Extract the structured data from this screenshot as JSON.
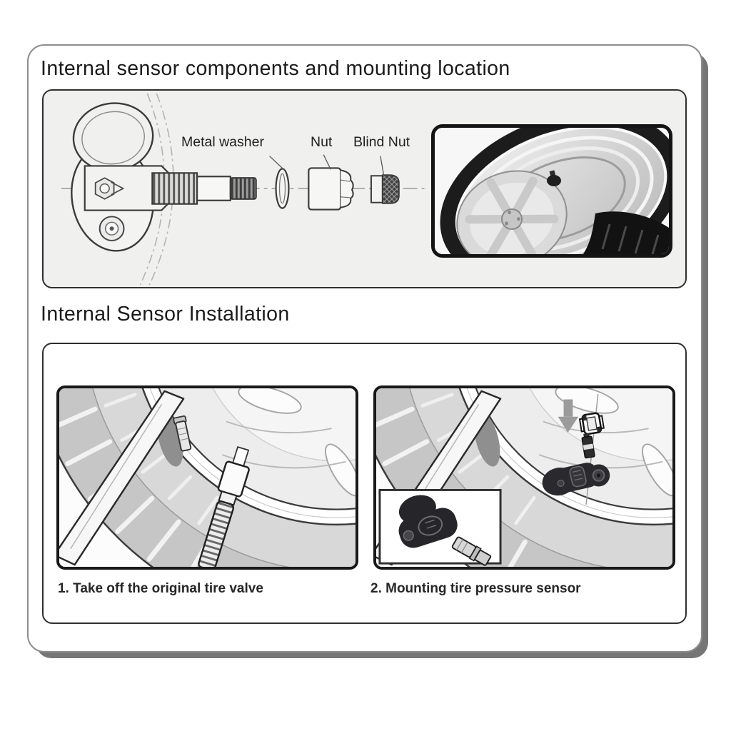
{
  "colors": {
    "panel_background": "#f0f0ef",
    "line_art": "#3b3b3b",
    "sensor_body": "#2a2a2e",
    "arrow_gray": "#9b9b9b"
  },
  "section1": {
    "title": "Internal sensor components and mounting location",
    "component_labels": {
      "metal_washer": "Metal washer",
      "nut": "Nut",
      "blind_nut": "Blind Nut"
    }
  },
  "section2": {
    "title": "Internal Sensor Installation",
    "steps": [
      {
        "caption": "1. Take off the original tire valve"
      },
      {
        "caption": "2. Mounting tire pressure sensor"
      }
    ]
  }
}
